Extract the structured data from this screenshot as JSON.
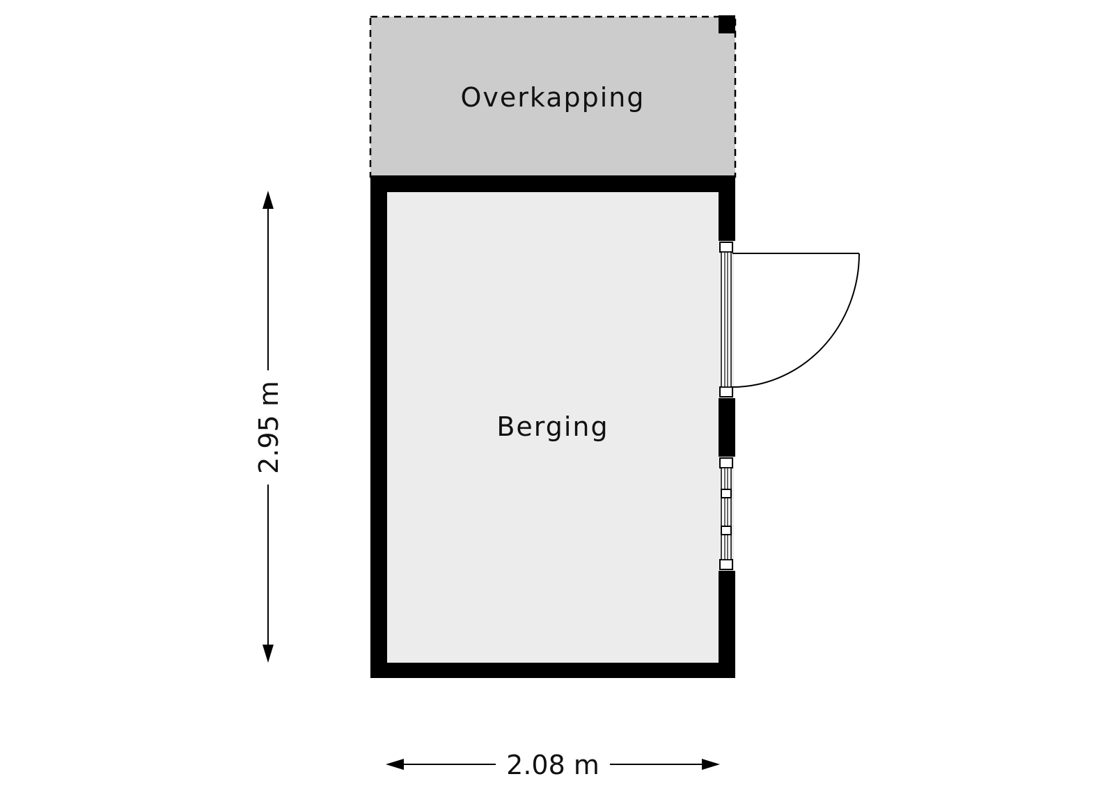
{
  "floorplan": {
    "rooms": [
      {
        "id": "overkapping",
        "label": "Overkapping",
        "fill": "#cccccc",
        "outline": "dashed"
      },
      {
        "id": "berging",
        "label": "Berging",
        "fill": "#ececec",
        "outline": "solid"
      }
    ],
    "dimensions": {
      "height_label": "2.95 m",
      "width_label": "2.08 m"
    },
    "colors": {
      "wall": "#000000",
      "background": "#ffffff"
    }
  }
}
